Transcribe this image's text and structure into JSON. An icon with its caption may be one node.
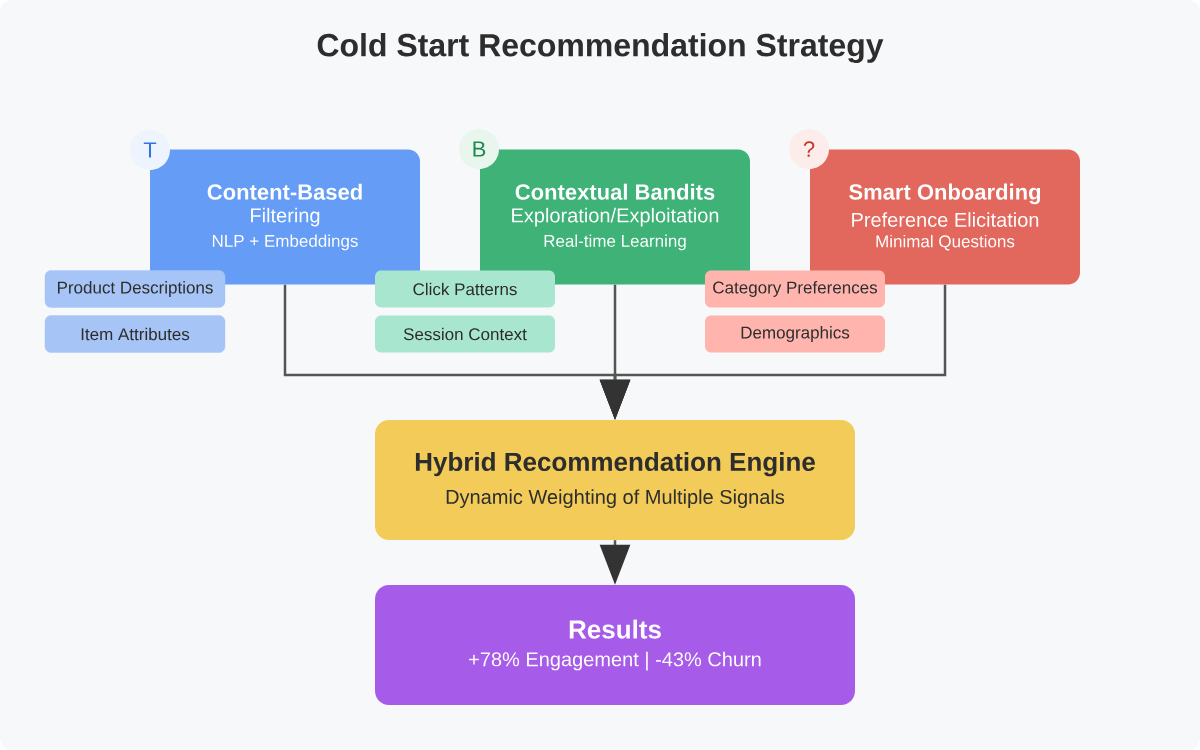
{
  "diagram": {
    "title": "Cold Start Recommendation Strategy",
    "nodes": [
      {
        "text": [
          "Content-Based",
          "Filtering",
          "NLP + Embeddings"
        ]
      },
      {
        "text": [
          "T"
        ]
      },
      {
        "text": [
          "Contextual Bandits",
          "Exploration/Exploitation",
          "Real-time Learning"
        ]
      },
      {
        "text": [
          "B"
        ]
      },
      {
        "text": [
          "Smart Onboarding",
          "Preference Elicitation",
          "Minimal Questions"
        ]
      },
      {
        "text": [
          "?"
        ]
      },
      {
        "text": [
          "Product Descriptions"
        ]
      },
      {
        "text": [
          "Item Attributes"
        ]
      },
      {
        "text": [
          "Click Patterns"
        ]
      },
      {
        "text": [
          "Session Context"
        ]
      },
      {
        "text": [
          "Category Preferences"
        ]
      },
      {
        "text": [
          "Demographics"
        ]
      },
      {
        "text": [
          "Hybrid Recommendation Engine",
          "Dynamic Weighting of Multiple Signals"
        ]
      },
      {
        "text": [
          "Results",
          "+78% Engagement | -43% Churn"
        ]
      }
    ],
    "edges": [
      {
        "from": 0,
        "to": 12,
        "arrow": "to"
      },
      {
        "from": 2,
        "to": 12,
        "arrow": "to"
      },
      {
        "from": 4,
        "to": 12,
        "arrow": "to"
      },
      {
        "from": 12,
        "to": 13,
        "arrow": "to"
      }
    ]
  }
}
